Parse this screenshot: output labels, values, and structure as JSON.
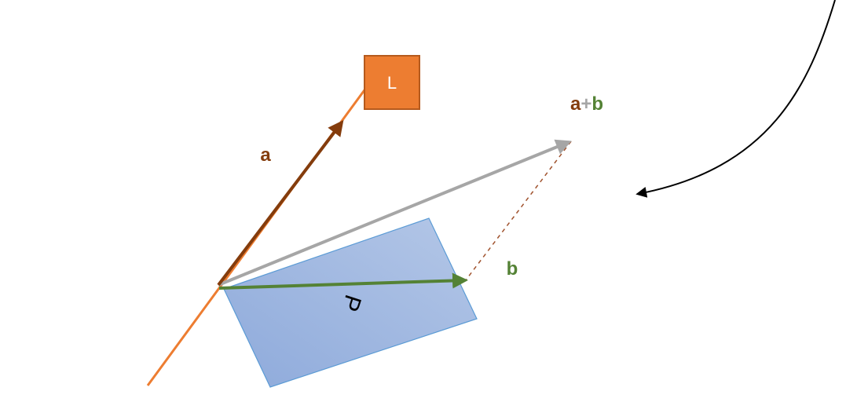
{
  "labels": {
    "L": "L",
    "a": "a",
    "b": "b",
    "sum_a": "a",
    "sum_plus": "+",
    "sum_b": "b",
    "P": "P"
  },
  "colors": {
    "line_L": "#ed7d31",
    "box_fill": "#ed7d31",
    "box_stroke": "#b55a1d",
    "vector_a": "#843c0c",
    "vector_b": "#548235",
    "vector_sum": "#a6a6a6",
    "plane_fill": "#8faadc",
    "plane_stroke": "#5b9bd5",
    "curved_arrow": "#000000",
    "box_text": "#ffffff"
  }
}
